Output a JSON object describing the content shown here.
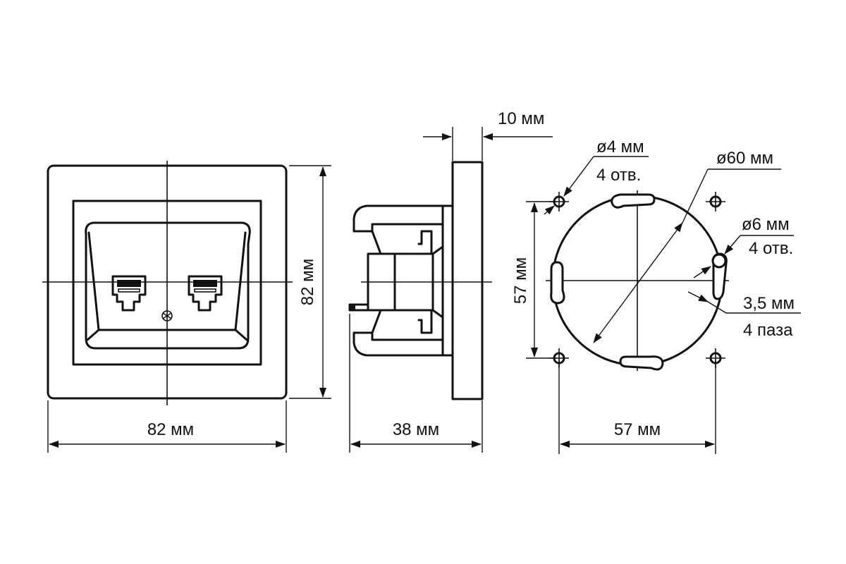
{
  "front_view": {
    "width_label": "82 мм",
    "height_label": "82 мм"
  },
  "side_view": {
    "depth_label": "38 мм",
    "frame_label": "10 мм"
  },
  "back_view": {
    "hole_small_diameter": "ø4 мм",
    "hole_small_count": "4 отв.",
    "circle_diameter": "ø60 мм",
    "hole_large_diameter": "ø6 мм",
    "hole_large_count": "4 отв.",
    "slot_width": "3,5 мм",
    "slot_count": "4 паза",
    "vertical_spacing_label": "57 мм",
    "horizontal_spacing_label": "57 мм"
  }
}
